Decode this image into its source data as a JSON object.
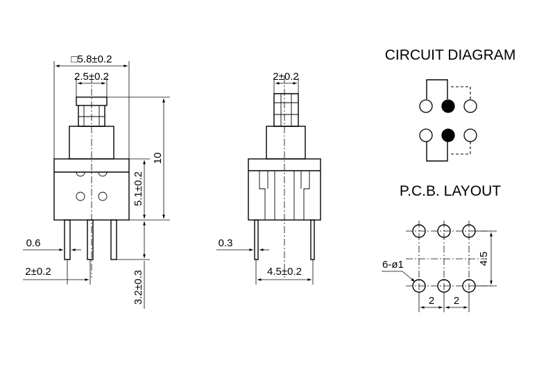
{
  "front_view": {
    "width_label": "□5.8±0.2",
    "stem_label": "2.5±0.2",
    "height_label": "10",
    "body_label": "5.1±0.2",
    "pin_width_label": "0.6",
    "pin_pitch_label": "2±0.2",
    "pin_length_label": "3.2±0.3"
  },
  "side_view": {
    "stem_label": "2±0.2",
    "pin_width_label": "0.3",
    "pin_span_label": "4.5±0.2"
  },
  "circuit": {
    "title": "CIRCUIT DIAGRAM"
  },
  "pcb": {
    "title": "P.C.B. LAYOUT",
    "hole_label": "6-ø1",
    "row_spacing_label": "4.5",
    "pitch_left_label": "2",
    "pitch_right_label": "2"
  }
}
